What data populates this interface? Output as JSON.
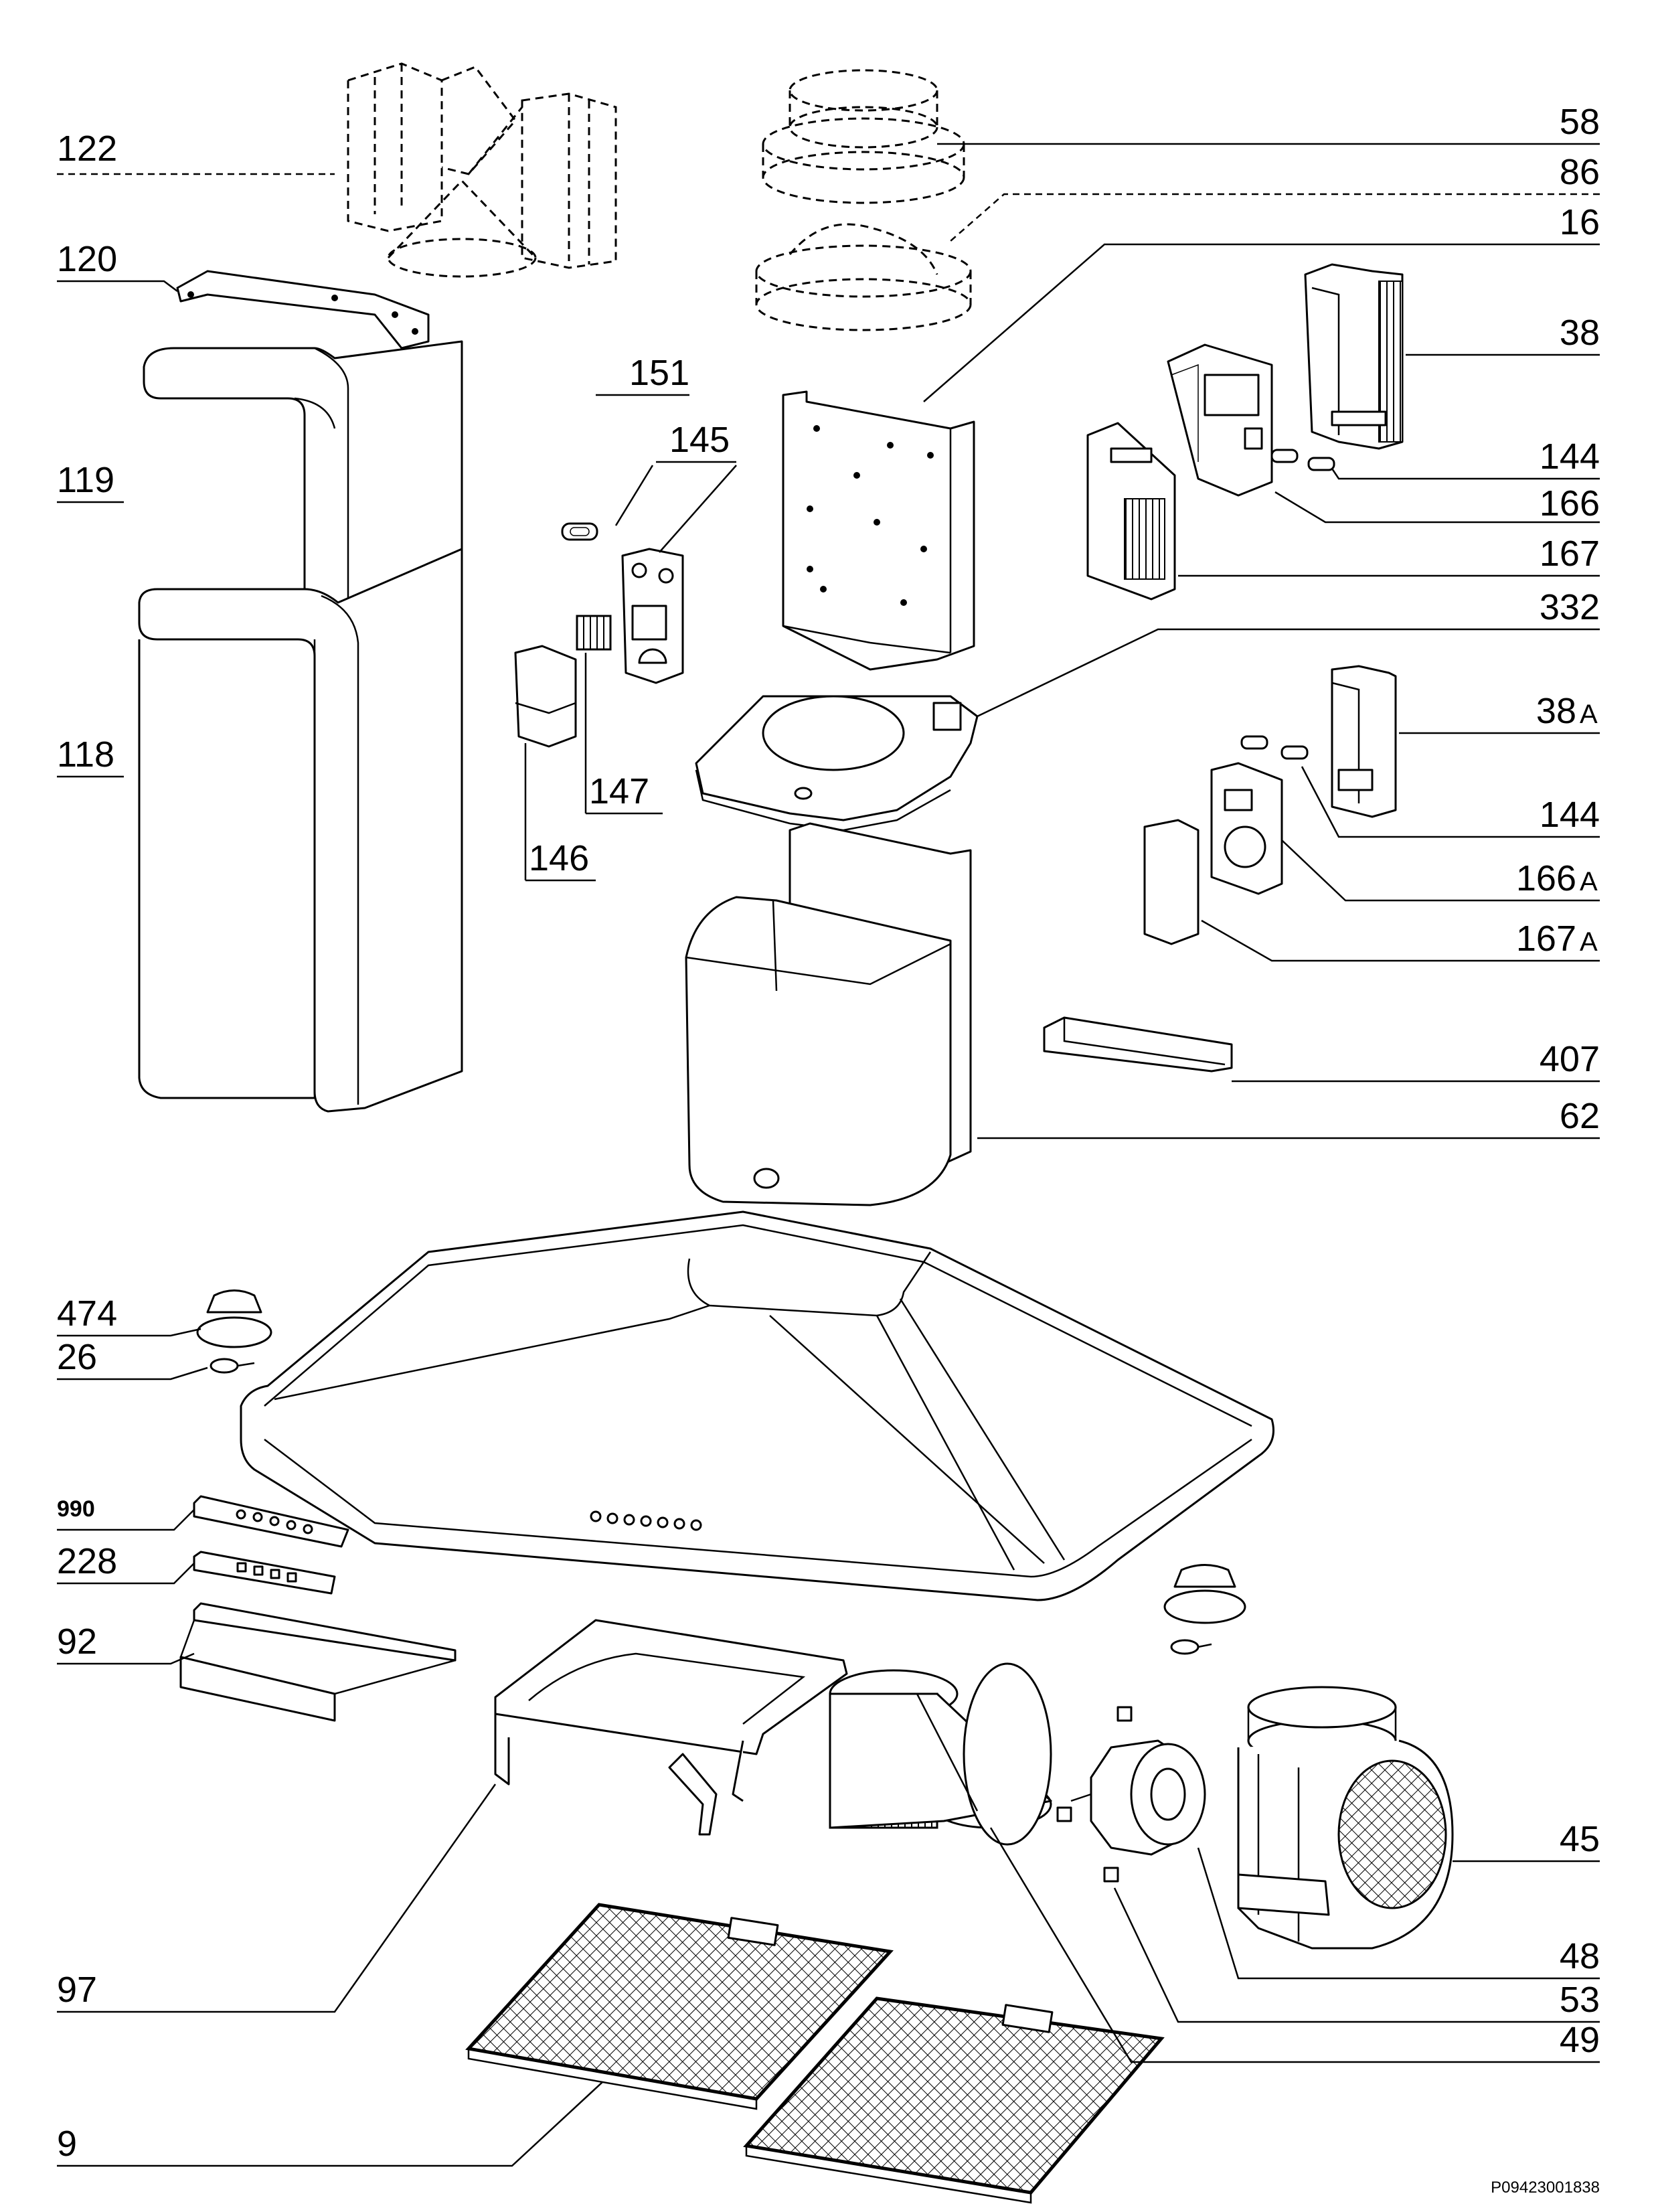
{
  "diagram": {
    "labels": {
      "l122": "122",
      "l120": "120",
      "l119": "119",
      "l118": "118",
      "l151": "151",
      "l145": "145",
      "l147": "147",
      "l146": "146",
      "l58": "58",
      "l86": "86",
      "l16": "16",
      "l38": "38",
      "l144": "144",
      "l166": "166",
      "l167": "167",
      "l332": "332",
      "l38a": "38",
      "l38a_sfx": "A",
      "l144b": "144",
      "l166a": "166",
      "l166a_sfx": "A",
      "l167a": "167",
      "l167a_sfx": "A",
      "l407": "407",
      "l62": "62",
      "l474": "474",
      "l26": "26",
      "l990": "990",
      "l228": "228",
      "l92": "92",
      "l97": "97",
      "l9": "9",
      "l45": "45",
      "l48": "48",
      "l53": "53",
      "l49": "49"
    },
    "reference_code": "P09423001838"
  }
}
